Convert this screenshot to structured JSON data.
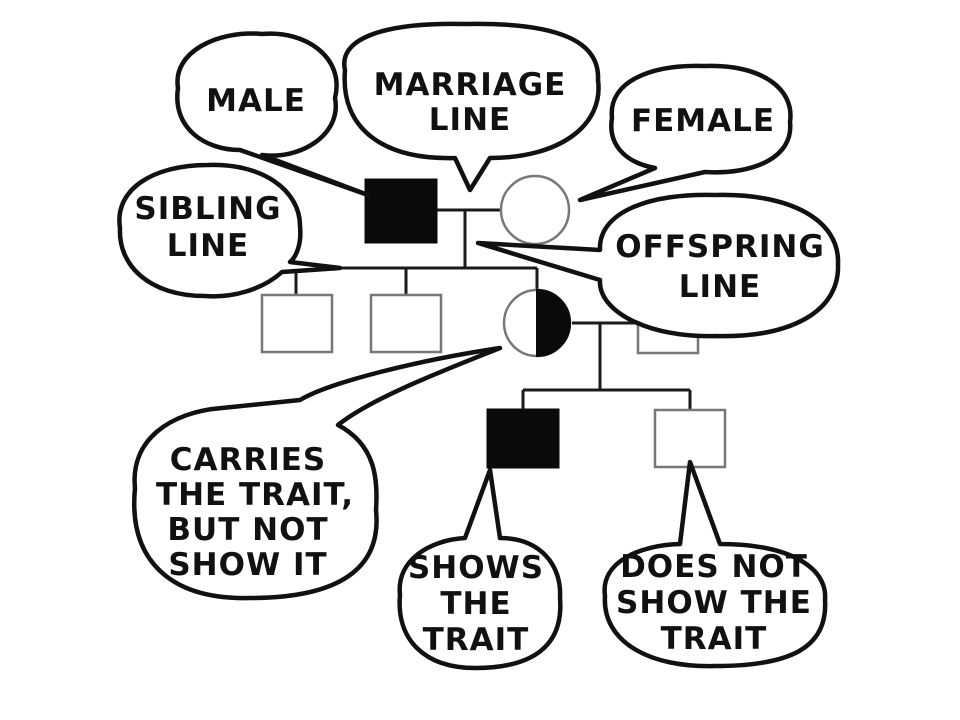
{
  "labels": {
    "male": "MALE",
    "marriage_line_1": "MARRIAGE",
    "marriage_line_2": "LINE",
    "female": "FEMALE",
    "sibling_line_1": "SIBLING",
    "sibling_line_2": "LINE",
    "offspring_line_1": "OFFSPRING",
    "offspring_line_2": "LINE",
    "carries_1": "CARRIES",
    "carries_2": "THE TRAIT,",
    "carries_3": "BUT NOT",
    "carries_4": "SHOW IT",
    "shows_1": "SHOWS",
    "shows_2": "THE",
    "shows_3": "TRAIT",
    "doesnot_1": "DOES NOT",
    "doesnot_2": "SHOW THE",
    "doesnot_3": "TRAIT"
  },
  "colors": {
    "ink": "#111111",
    "unaffected_outline": "#777777",
    "background": "#ffffff"
  }
}
